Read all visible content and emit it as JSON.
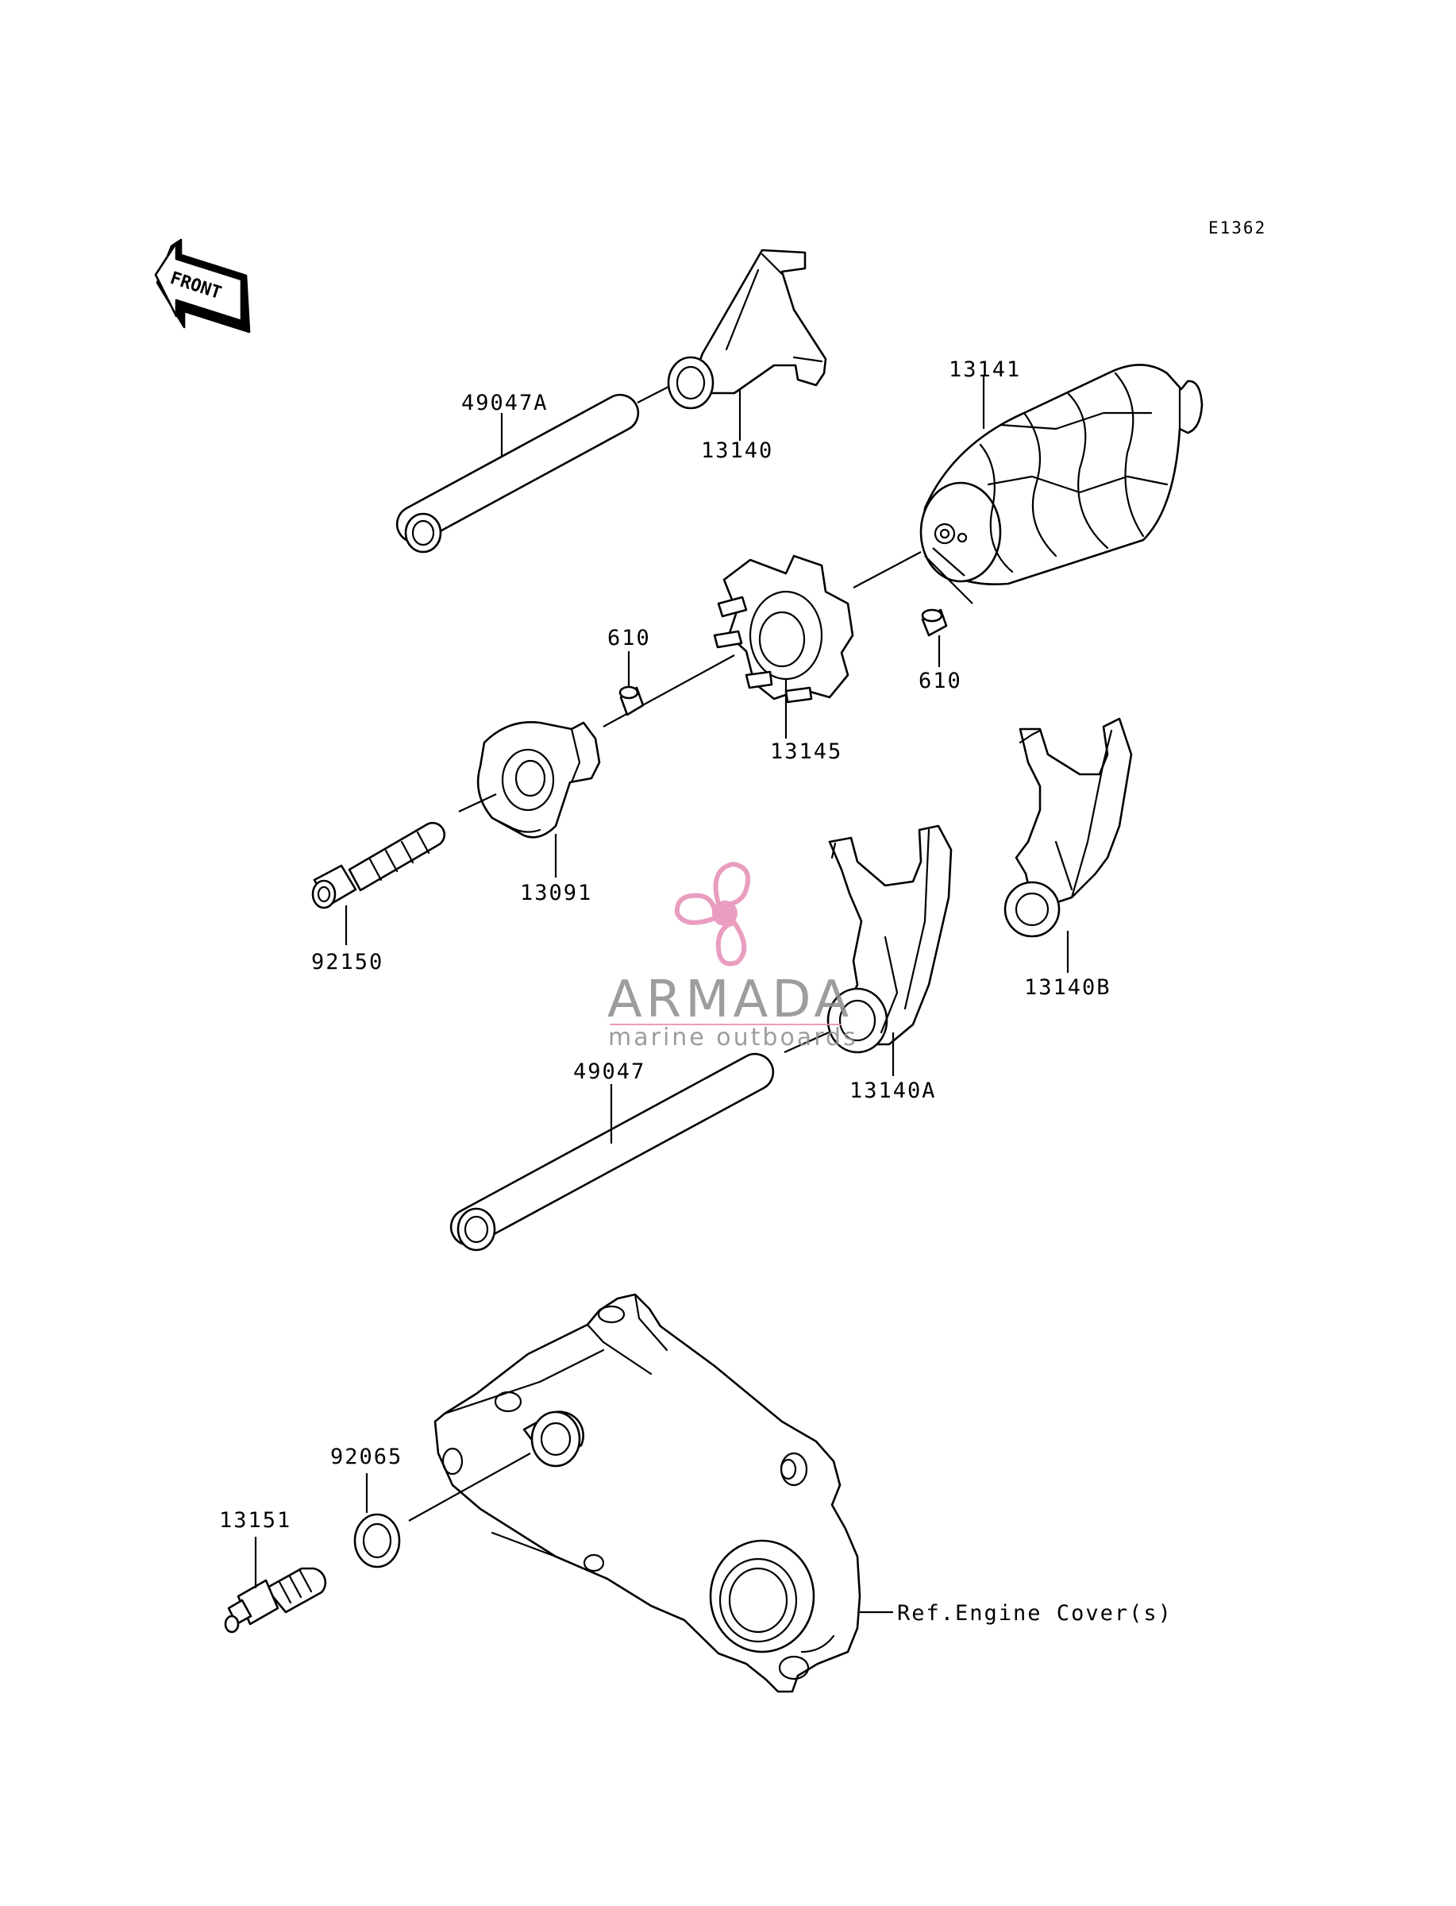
{
  "diagram_code": "E1362",
  "front_label": "FRONT",
  "watermark": {
    "name": "ARMADA",
    "tagline": "marine outboards",
    "logo_icon": "propeller-icon",
    "color": "#e68db5",
    "text_color": "#8c8c8c"
  },
  "parts": [
    {
      "id": "49047A",
      "label": "49047A"
    },
    {
      "id": "13140",
      "label": "13140"
    },
    {
      "id": "13141",
      "label": "13141"
    },
    {
      "id": "610-upper",
      "label": "610"
    },
    {
      "id": "610-lower",
      "label": "610"
    },
    {
      "id": "13145",
      "label": "13145"
    },
    {
      "id": "13091",
      "label": "13091"
    },
    {
      "id": "92150",
      "label": "92150"
    },
    {
      "id": "13140B",
      "label": "13140B"
    },
    {
      "id": "13140A",
      "label": "13140A"
    },
    {
      "id": "49047",
      "label": "49047"
    },
    {
      "id": "92065",
      "label": "92065"
    },
    {
      "id": "13151",
      "label": "13151"
    }
  ],
  "reference_note": "Ref.Engine Cover(s)"
}
